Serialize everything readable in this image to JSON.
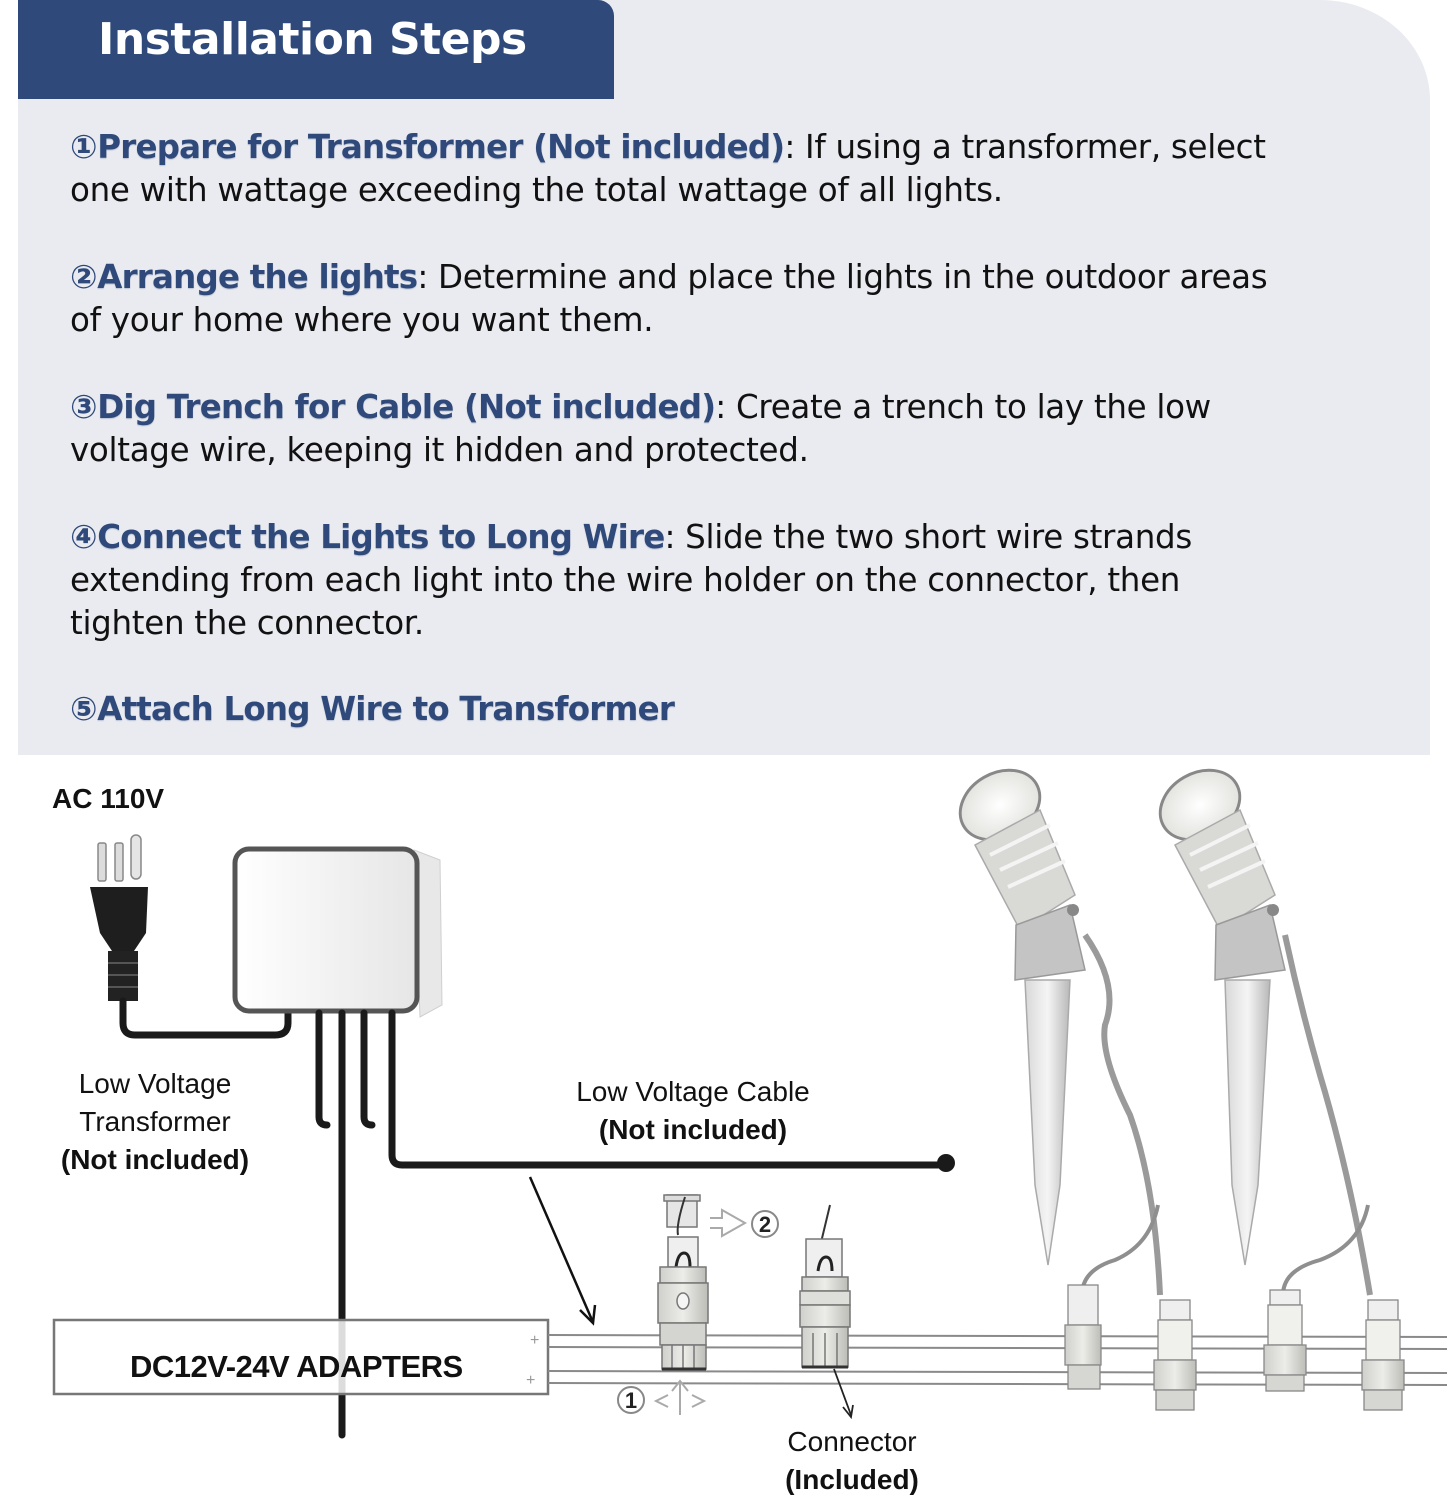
{
  "header": {
    "title": "Installation Steps"
  },
  "steps": [
    {
      "number": "①",
      "heading": "Prepare for Transformer (Not included)",
      "separator": ":",
      "body_line1": " If using a transformer, select",
      "body_line2": "one with wattage exceeding the total wattage of all lights."
    },
    {
      "number": "②",
      "heading": "Arrange the lights",
      "separator": ":",
      "body_line1": " Determine and place the lights in the outdoor areas",
      "body_line2": "of your home where you want them."
    },
    {
      "number": "③",
      "heading": "Dig Trench for Cable (Not included)",
      "separator": ":",
      "body_line1": " Create a trench to lay the low",
      "body_line2": "voltage wire, keeping it hidden and protected."
    },
    {
      "number": "④",
      "heading": "Connect the Lights to Long Wire",
      "separator": ":",
      "body_line1": " Slide the two short wire strands",
      "body_line2": "extending from each light into the wire holder on the connector, then",
      "body_line3": "tighten the connector."
    },
    {
      "number": "⑤",
      "heading": "Attach Long Wire to Transformer"
    }
  ],
  "diagram": {
    "power_label": "AC 110V",
    "transformer_label_line1": "Low Voltage",
    "transformer_label_line2": "Transformer",
    "transformer_label_line3": "(Not included)",
    "cable_label_line1": "Low Voltage Cable",
    "cable_label_line2": "(Not included)",
    "adapter_label": "DC12V-24V ADAPTERS",
    "adapter_plus_top": "+",
    "adapter_plus_bottom": "+",
    "connector_label_line1": "Connector",
    "connector_label_line2": "(Included)",
    "step_marker_1": "1",
    "step_marker_2": "2",
    "colors": {
      "wire": "#1a1a1a",
      "rail": "#8a8a8a",
      "connector": "#d9d9d4",
      "light_body": "#c8c8c8",
      "light_glow": "#f4f4f0"
    }
  },
  "colors": {
    "panel_bg": "#eaebf1",
    "header_bg": "#2f4a7a",
    "heading_text": "#2f4a7a",
    "body_text": "#111111"
  }
}
